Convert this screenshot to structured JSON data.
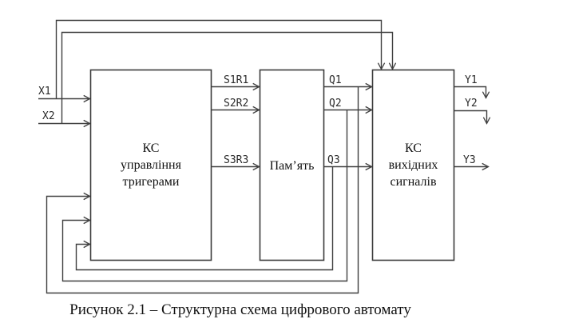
{
  "figure": {
    "caption": "Рисунок 2.1 – Структурна схема цифрового автомату"
  },
  "blocks": {
    "control": {
      "line1": "КС",
      "line2": "управління",
      "line3": "тригерами"
    },
    "memory": {
      "line1": "Пам’ять"
    },
    "output": {
      "line1": "КС",
      "line2": "вихідних",
      "line3": "сигналів"
    }
  },
  "signals": {
    "inputs": [
      "X1",
      "X2"
    ],
    "trigger_controls": [
      "S1R1",
      "S2R2",
      "S3R3"
    ],
    "states": [
      "Q1",
      "Q2",
      "Q3"
    ],
    "outputs": [
      "Y1",
      "Y2",
      "Y3"
    ]
  },
  "colors": {
    "background": "#ffffff",
    "line": "#3f3f3f",
    "text": "#111111"
  }
}
